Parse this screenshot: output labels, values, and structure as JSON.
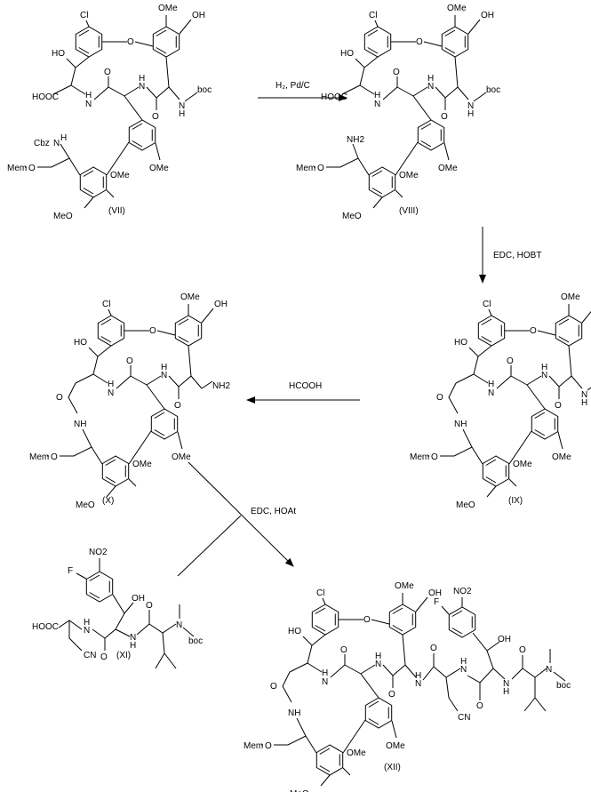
{
  "atoms": {
    "cl": "Cl",
    "ome": "OMe",
    "meo": "MeO",
    "o": "O",
    "oh": "OH",
    "ho": "HO",
    "hooc": "HOOC",
    "n": "N",
    "h": "H",
    "nh": "NH",
    "nh2": "NH2",
    "boc": "boc",
    "cbz": "Cbz",
    "mem": "Mem",
    "f": "F",
    "no2": "NO2",
    "cn": "CN"
  },
  "reagents": {
    "step1": "H₂, Pd/C",
    "step2": "EDC, HOBT",
    "step3": "HCOOH",
    "step4": "EDC, HOAt"
  },
  "compounds": {
    "vii": "(VII)",
    "viii": "(VIII)",
    "ix": "(IX)",
    "x": "(X)",
    "xi": "(XI)",
    "xii": "(XII)"
  }
}
